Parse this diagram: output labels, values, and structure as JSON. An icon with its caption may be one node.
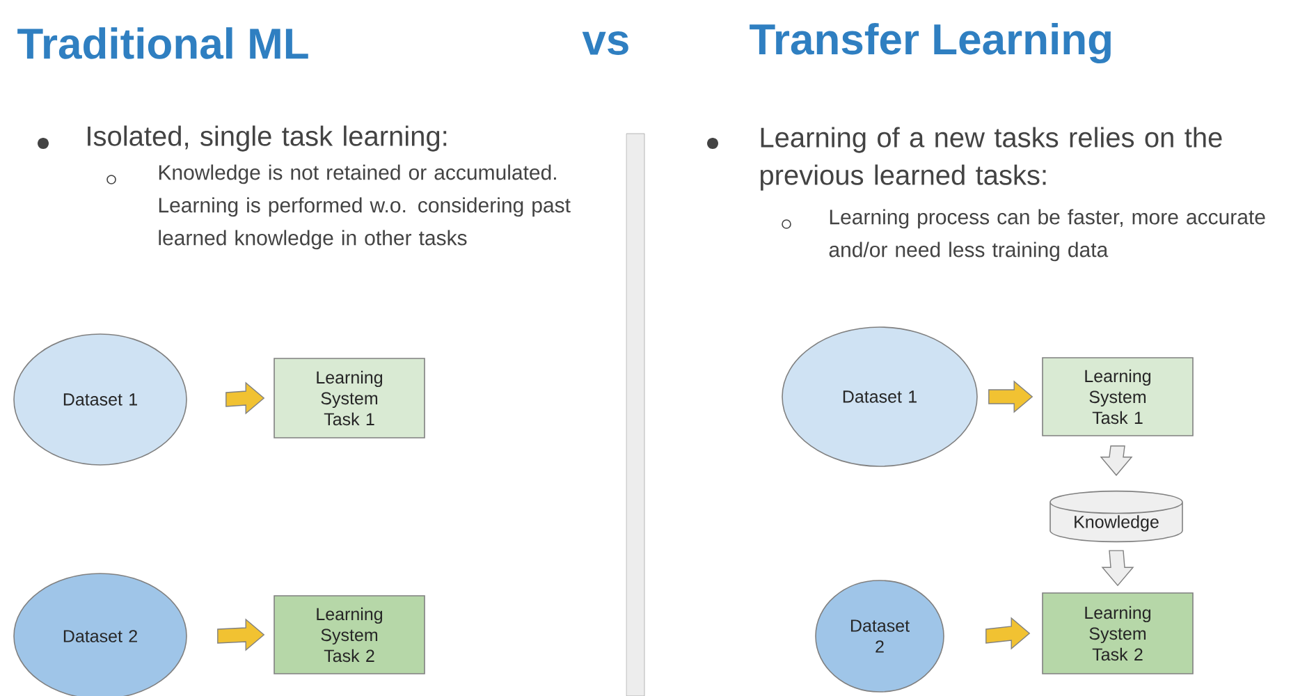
{
  "diagram": {
    "nodes": [
      {
        "text": [
          "Dataset 1"
        ]
      },
      {
        "text": [
          "Learning System Task 1"
        ]
      },
      {
        "text": [
          "Dataset 2"
        ]
      },
      {
        "text": [
          "Learning System Task 2"
        ]
      },
      {
        "text": [
          "Dataset 1"
        ]
      },
      {
        "text": [
          "Learning System Task 1"
        ]
      },
      {
        "text": [
          "Knowledge"
        ]
      },
      {
        "text": [
          "Dataset 2"
        ]
      },
      {
        "text": [
          "Learning System Task 2"
        ]
      }
    ],
    "edges": [
      {
        "from": 0,
        "to": 1,
        "arrow": "to"
      },
      {
        "from": 2,
        "to": 3,
        "arrow": "to"
      },
      {
        "from": 4,
        "to": 5,
        "arrow": "to"
      },
      {
        "from": 5,
        "to": 6,
        "arrow": "to",
        "color": "#eeeeee"
      },
      {
        "from": 6,
        "to": 8,
        "arrow": "to",
        "color": "#eeeeee"
      },
      {
        "from": 7,
        "to": 8,
        "arrow": "to"
      }
    ],
    "labels": [
      "Traditional ML",
      "vs",
      "Transfer Learning",
      "Isolated, single task learning:",
      "Knowledge is not retained or accumulated. Learning is performed w.o. considering past learned knowledge in other tasks",
      "Learning of a new tasks relies on the previous learned tasks:",
      "Learning process can be faster, more accurate and/or need less training data"
    ]
  }
}
